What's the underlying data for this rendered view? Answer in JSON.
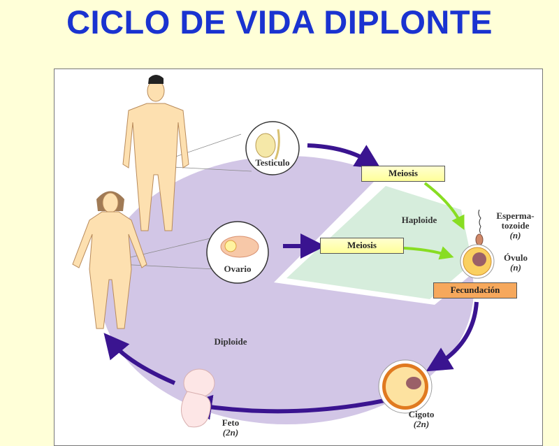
{
  "title": "CICLO DE VIDA DIPLONTE",
  "diagram": {
    "labels": {
      "testiculo": "Testiculo",
      "ovario": "Ovario",
      "meiosis_male": "Meiosis",
      "meiosis_female": "Meiosis",
      "haploide": "Haploide",
      "espermatozoide": "Esperma-\ntozoide",
      "espermatozoide_n": "(n)",
      "ovulo": "Óvulo",
      "ovulo_n": "(n)",
      "fecundacion": "Fecundación",
      "diploide": "Diploide",
      "cigoto": "Cigoto",
      "cigoto_n": "(2n)",
      "feto": "Feto",
      "feto_n": "(2n)"
    },
    "colors": {
      "title": "#1a33d0",
      "diploid": "#d2c6e6",
      "haploid": "#d6eddc",
      "arrow": "#3a1490",
      "green_arrow": "#88dd22",
      "skin": "#fde0b0"
    }
  }
}
